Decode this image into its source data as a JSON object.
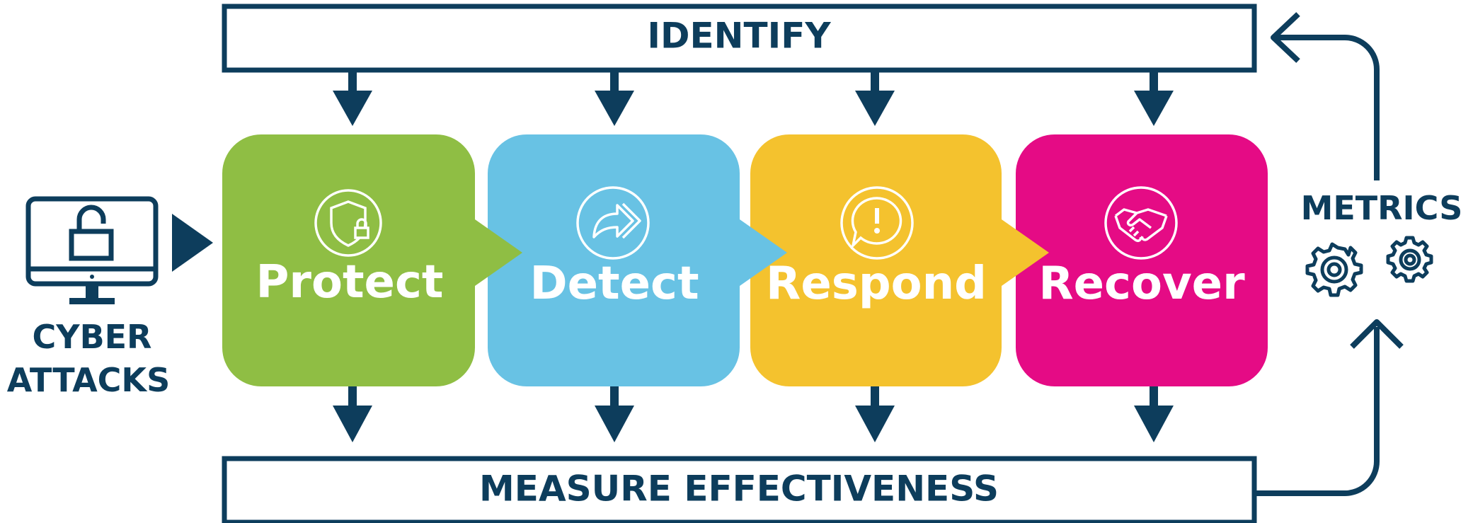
{
  "top_bar": {
    "label": "IDENTIFY"
  },
  "bottom_bar": {
    "label": "MEASURE EFFECTIVENESS"
  },
  "source": {
    "line1": "CYBER",
    "line2": "ATTACKS",
    "icon": "computer-unlocked-icon"
  },
  "metrics": {
    "label": "METRICS",
    "icon": "gears-icon"
  },
  "stages": [
    {
      "label": "Protect",
      "icon": "shield-lock-icon",
      "color": "#8fbe44"
    },
    {
      "label": "Detect",
      "icon": "forward-arrow-icon",
      "color": "#68c2e4"
    },
    {
      "label": "Respond",
      "icon": "alert-bubble-icon",
      "color": "#f4c22e"
    },
    {
      "label": "Recover",
      "icon": "handshake-icon",
      "color": "#e50b85"
    }
  ],
  "colors": {
    "navy": "#0d3d5c",
    "white": "#ffffff"
  }
}
